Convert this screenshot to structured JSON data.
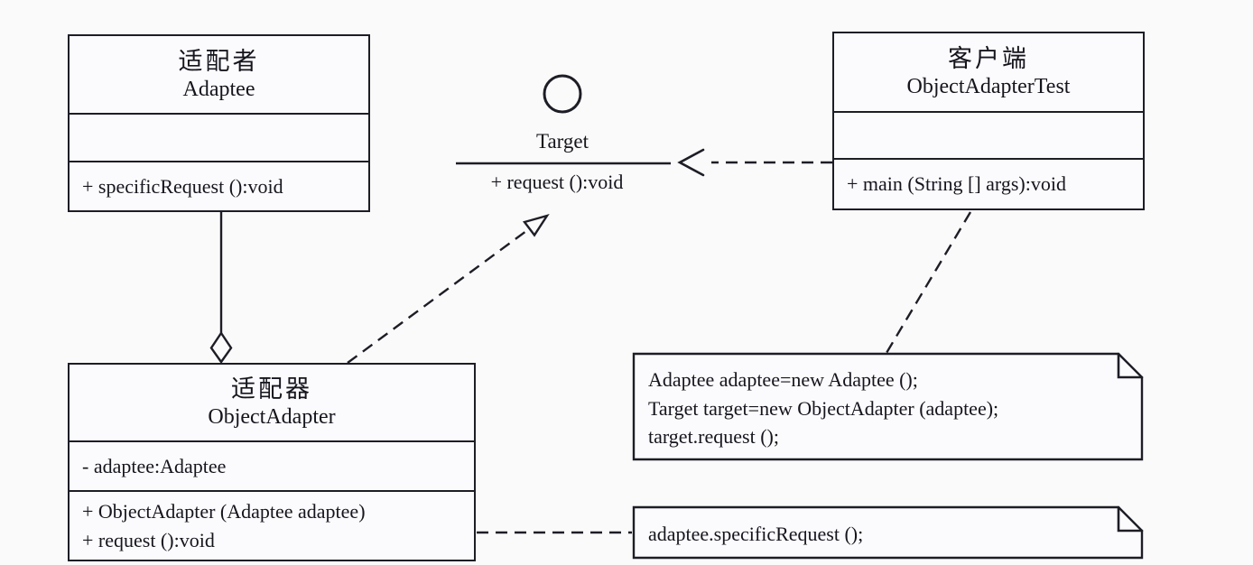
{
  "diagram": {
    "kind": "uml-object-adapter-pattern",
    "colors": {
      "line": "#1d1d26",
      "background": "#fafafa",
      "box_fill": "#fbfbfd",
      "text": "#15151d"
    },
    "classes": {
      "adaptee": {
        "cn": "适配者",
        "name": "Adaptee",
        "attributes": [],
        "methods": [
          "+ specificRequest ():void"
        ]
      },
      "object_adapter": {
        "cn": "适配器",
        "name": "ObjectAdapter",
        "attributes": [
          "- adaptee:Adaptee"
        ],
        "methods": [
          "+ ObjectAdapter (Adaptee adaptee)",
          "+ request ():void"
        ]
      },
      "client": {
        "cn": "客户端",
        "name": "ObjectAdapterTest",
        "attributes": [],
        "methods": [
          "+ main (String [] args):void"
        ]
      }
    },
    "interface": {
      "name": "Target",
      "method": "+ request ():void"
    },
    "notes": {
      "client_code": {
        "lines": [
          "Adaptee adaptee=new Adaptee ();",
          "Target target=new ObjectAdapter (adaptee);",
          "target.request ();"
        ]
      },
      "request_impl": {
        "lines": [
          "adaptee.specificRequest ();"
        ]
      }
    },
    "relations": [
      "ObjectAdapter aggregates Adaptee (hollow diamond)",
      "ObjectAdapter realizes Target (dashed hollow-triangle arrow)",
      "ObjectAdapterTest depends on Target (dashed open arrow)",
      "note attached to client dependency",
      "note attached to ObjectAdapter"
    ]
  }
}
